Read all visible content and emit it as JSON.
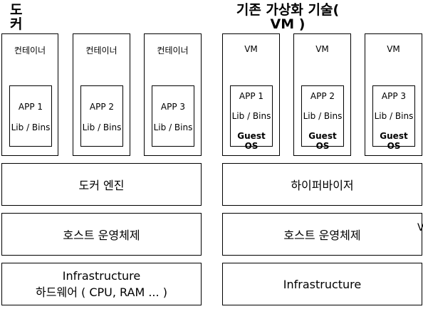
{
  "docker": {
    "title": "도커",
    "containers": [
      {
        "label": "컨테이너",
        "app": "APP 1",
        "lib": "Lib / Bins"
      },
      {
        "label": "컨테이너",
        "app": "APP 2",
        "lib": "Lib / Bins"
      },
      {
        "label": "컨테이너",
        "app": "APP 3",
        "lib": "Lib / Bins"
      }
    ],
    "engine": "도커 엔진",
    "host_os": "호스트 운영체제",
    "infra_line1": "Infrastructure",
    "infra_line2": "하드웨어 ( CPU, RAM ... )"
  },
  "vm": {
    "title": "기존 가상화 기술( VM )",
    "vms": [
      {
        "label": "VM",
        "app": "APP 1",
        "lib": "Lib / Bins",
        "guest": "Guest OS"
      },
      {
        "label": "VM",
        "app": "APP 2",
        "lib": "Lib / Bins",
        "guest": "Guest OS"
      },
      {
        "label": "VM",
        "app": "APP 3",
        "lib": "Lib / Bins",
        "guest": "Guest OS"
      }
    ],
    "hypervisor": "하이퍼바이저",
    "host_os": "호스트 운영체제",
    "infra": "Infrastructure"
  },
  "edge_text": "V"
}
